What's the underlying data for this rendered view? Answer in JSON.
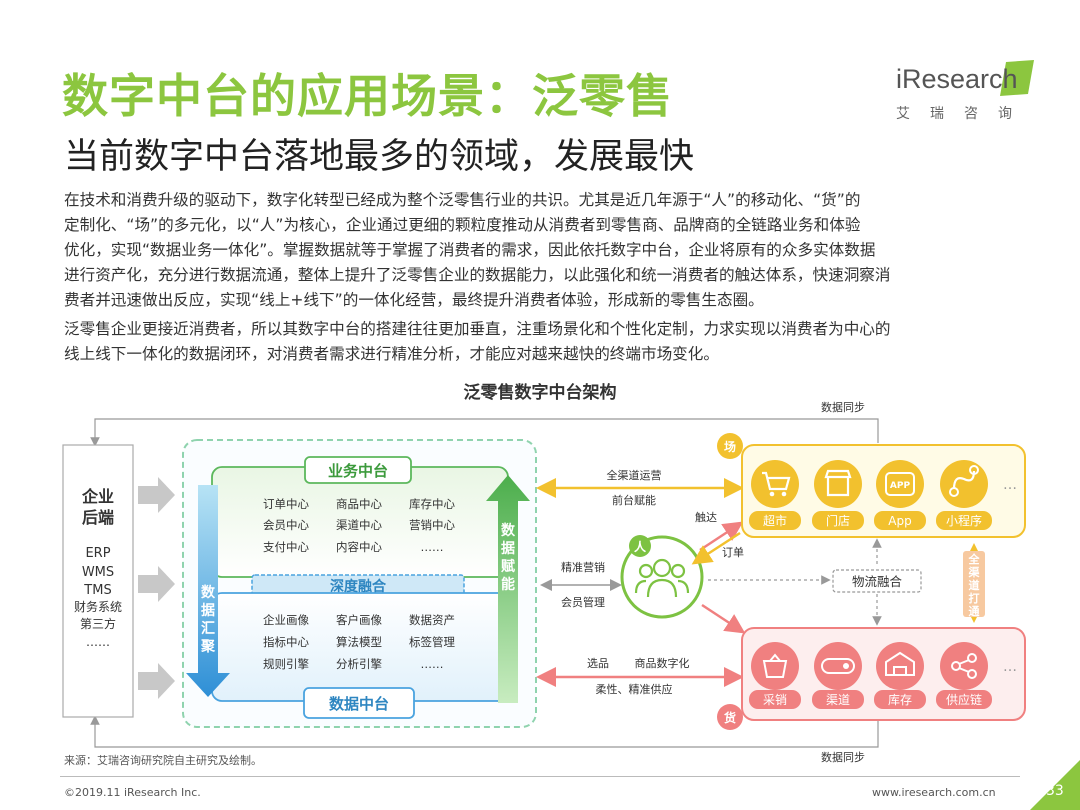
{
  "header": {
    "title": "数字中台的应用场景：泛零售",
    "subtitle": "当前数字中台落地最多的领域，发展最快"
  },
  "logo": {
    "name": "iResearch",
    "subtitle": "艾瑞咨询"
  },
  "paragraphs": [
    [
      "在技术和消费升级的驱动下，数字化转型已经成为整个泛零售行业的共识。尤其是近几年源于“人”的移动化、“货”的",
      "定制化、“场”的多元化，以“人”为核心，企业通过更细的颗粒度推动从消费者到零售商、品牌商的全链路业务和体验",
      "优化，实现“数据业务一体化”。掌握数据就等于掌握了消费者的需求，因此依托数字中台，企业将原有的众多实体数据",
      "进行资产化，充分进行数据流通，整体上提升了泛零售企业的数据能力，以此强化和统一消费者的触达体系，快速洞察消",
      "费者并迅速做出反应，实现“线上+线下”的一体化经营，最终提升消费者体验，形成新的零售生态圈。"
    ],
    [
      "泛零售企业更接近消费者，所以其数字中台的搭建往往更加垂直，注重场景化和个性化定制，力求实现以消费者为中心的",
      "线上线下一体化的数据闭环，对消费者需求进行精准分析，才能应对越来越快的终端市场变化。"
    ]
  ],
  "diagram": {
    "title": "泛零售数字中台架构",
    "backend": {
      "title": [
        "企业",
        "后端"
      ],
      "items": [
        "ERP",
        "WMS",
        "TMS",
        "财务系统",
        "第三方",
        "……"
      ]
    },
    "business_platform": {
      "title": "业务中台",
      "rows": [
        [
          "订单中心",
          "商品中心",
          "库存中心"
        ],
        [
          "会员中心",
          "渠道中心",
          "营销中心"
        ],
        [
          "支付中心",
          "内容中心",
          "……"
        ]
      ]
    },
    "deep_fusion": "深度融合",
    "data_platform": {
      "title": "数据中台",
      "rows": [
        [
          "企业画像",
          "客户画像",
          "数据资产"
        ],
        [
          "指标中心",
          "算法模型",
          "标签管理"
        ],
        [
          "规则引擎",
          "分析引擎",
          "……"
        ]
      ]
    },
    "data_summary": [
      "数",
      "据",
      "汇",
      "聚"
    ],
    "data_empower": [
      "数",
      "据",
      "赋",
      "能"
    ],
    "person_label": "人",
    "place_label": "场",
    "goods_label": "货",
    "place_items": [
      "超市",
      "门店",
      "App",
      "小程序"
    ],
    "place_ellipsis": "…",
    "app_icon_text": "APP",
    "goods_items": [
      "采销",
      "渠道",
      "库存",
      "供应链"
    ],
    "goods_ellipsis": "…",
    "channel_text": [
      "全",
      "渠",
      "道",
      "打",
      "通"
    ],
    "logistics": "物流融合",
    "labels": {
      "sync_top": "数据同步",
      "sync_bottom": "数据同步",
      "omni_ops": "全渠道运营",
      "front_empower": "前台赋能",
      "reach": "触达",
      "order": "订单",
      "precise_marketing": "精准营销",
      "member_mgmt": "会员管理",
      "selection": "选品",
      "product_digital": "商品数字化",
      "flexible_supply": "柔性、精准供应"
    }
  },
  "footer": {
    "source": "来源：艾瑞咨询研究院自主研究及绘制。",
    "copyright": "©2019.11 iResearch Inc.",
    "website": "www.iresearch.com.cn",
    "page": "33"
  },
  "colors": {
    "title_green": "#8cc63f",
    "teal": "#19a4b0",
    "business_green": "#5cb85c",
    "data_blue": "#4aa3df",
    "place_yellow": "#f2c12e",
    "goods_pink": "#f08080",
    "person_green": "#7dc242"
  }
}
